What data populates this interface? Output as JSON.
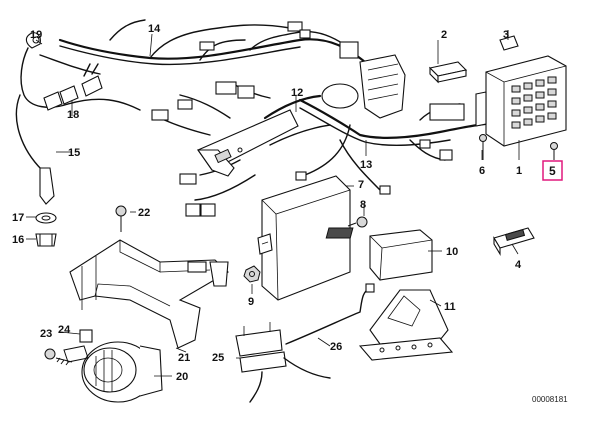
{
  "diagram": {
    "reference_number": "00008181",
    "highlight_color": "#e0197d",
    "highlighted_label": "5",
    "part_labels": {
      "p1": "1",
      "p2": "2",
      "p3": "3",
      "p4": "4",
      "p5": "5",
      "p6": "6",
      "p7": "7",
      "p8": "8",
      "p9": "9",
      "p10": "10",
      "p11": "11",
      "p12": "12",
      "p13": "13",
      "p14": "14",
      "p15": "15",
      "p16": "16",
      "p17": "17",
      "p18": "18",
      "p19": "19",
      "p20": "20",
      "p21": "21",
      "p22": "22",
      "p23": "23",
      "p24": "24",
      "p25": "25",
      "p26": "26"
    }
  }
}
